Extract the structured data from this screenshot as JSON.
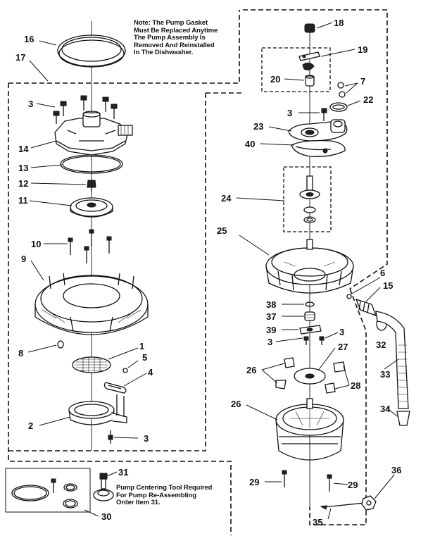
{
  "notes": {
    "gasket_note": [
      "Note: The Pump Gasket",
      "Must Be Replaced Anytime",
      "The Pump Assembly Is",
      "Removed And Reinstalled",
      "In The Dishwasher."
    ],
    "tool_note": [
      "Pump Centering Tool Required",
      "For Pump Re-Assembling",
      "Order Item 31."
    ]
  },
  "callouts": {
    "c16": "16",
    "c17": "17",
    "c3a": "3",
    "c14": "14",
    "c13": "13",
    "c12": "12",
    "c11": "11",
    "c10": "10",
    "c9": "9",
    "c8": "8",
    "c1": "1",
    "c5": "5",
    "c4": "4",
    "c2": "2",
    "c3b": "3",
    "c18": "18",
    "c19": "19",
    "c20": "20",
    "c7": "7",
    "c22": "22",
    "c3c": "3",
    "c23": "23",
    "c40": "40",
    "c24": "24",
    "c25": "25",
    "c6": "6",
    "c15": "15",
    "c38": "38",
    "c37": "37",
    "c39": "39",
    "c3d": "3",
    "c3e": "3",
    "c32": "32",
    "c27": "27",
    "c26a": "26",
    "c28": "28",
    "c33": "33",
    "c26b": "26",
    "c34": "34",
    "c31": "31",
    "c29a": "29",
    "c29b": "29",
    "c36": "36",
    "c30": "30",
    "c35": "35"
  }
}
